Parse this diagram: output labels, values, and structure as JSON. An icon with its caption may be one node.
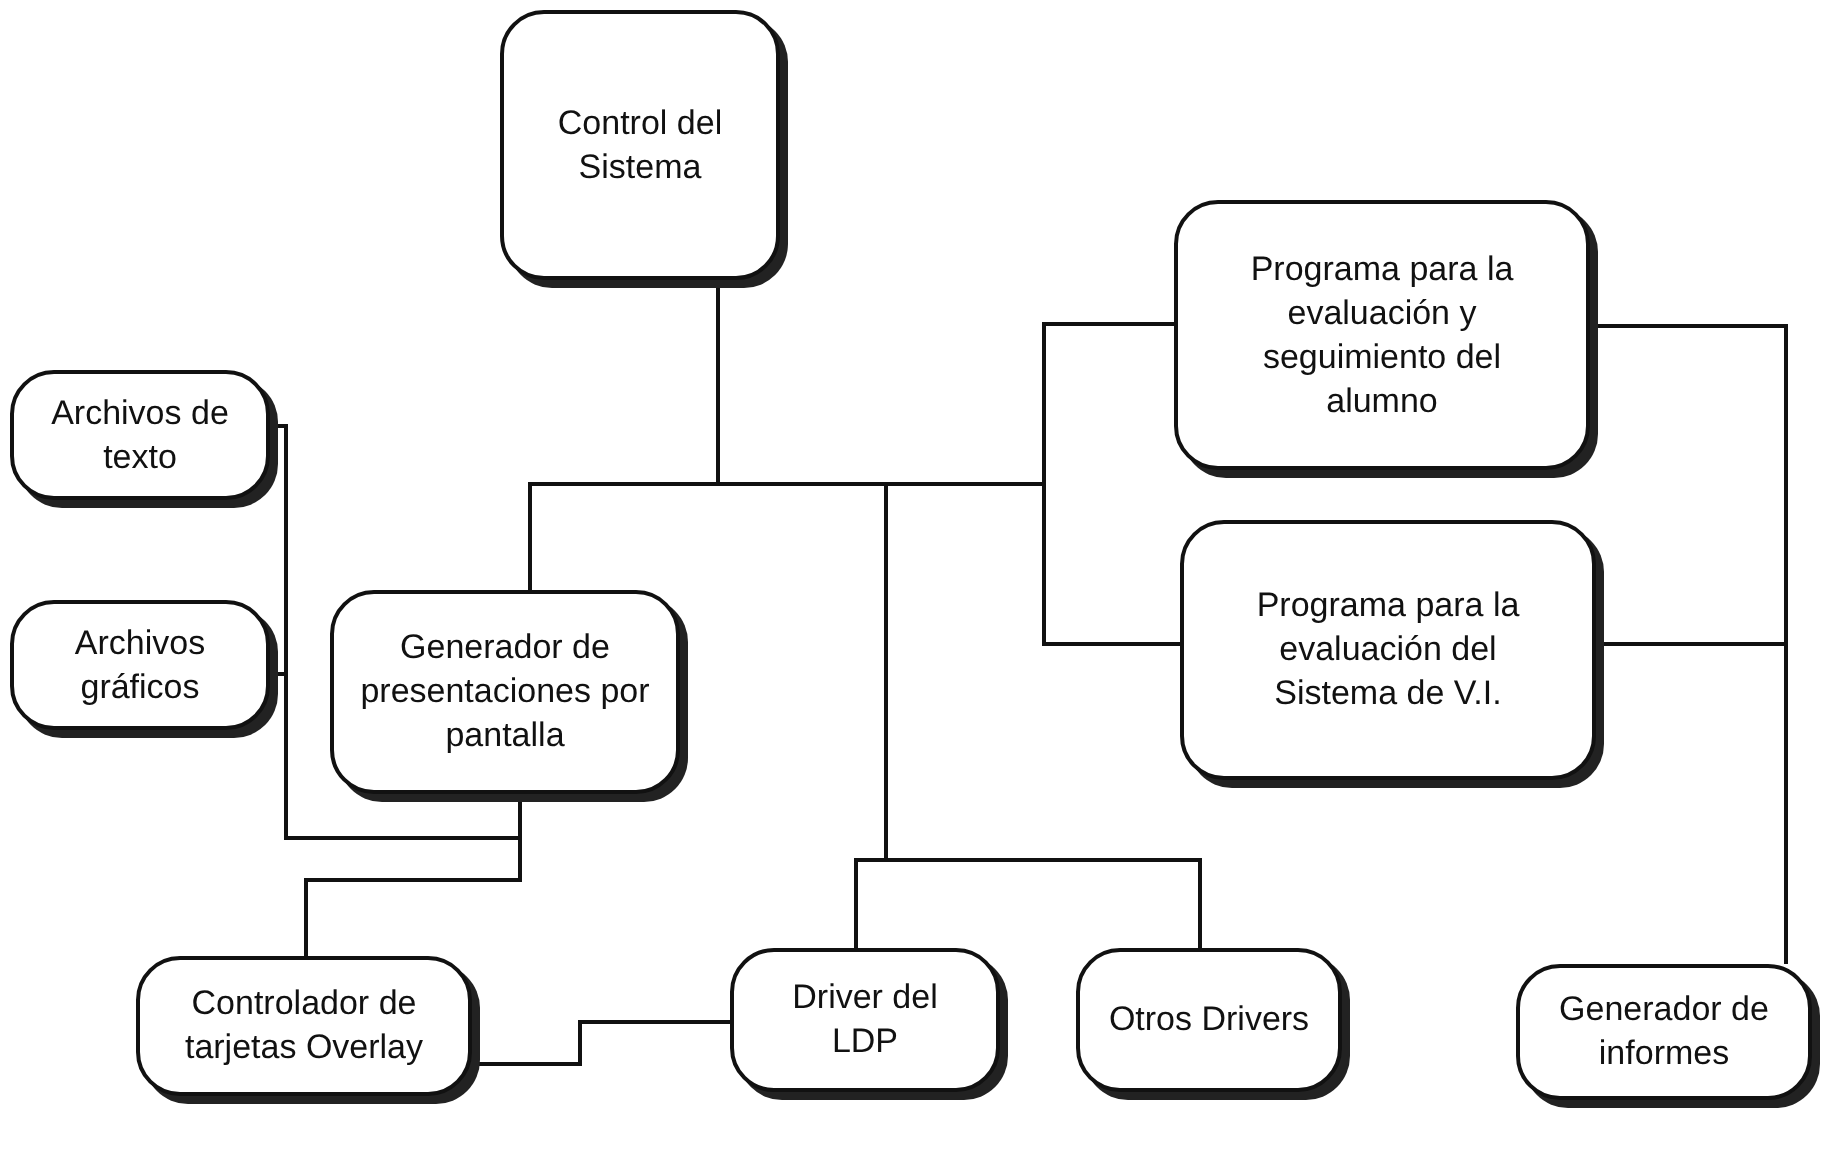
{
  "diagram": {
    "nodes": [
      {
        "text": [
          "Control del Sistema"
        ]
      },
      {
        "text": [
          "Programa para la evaluación y seguimiento del alumno"
        ]
      },
      {
        "text": [
          "Archivos de texto"
        ]
      },
      {
        "text": [
          "Programa para la evaluación del Sistema de V.I."
        ]
      },
      {
        "text": [
          "Archivos gráficos"
        ]
      },
      {
        "text": [
          "Generador de presentaciones por pantalla"
        ]
      },
      {
        "text": [
          "Controlador de tarjetas Overlay"
        ]
      },
      {
        "text": [
          "Driver del LDP"
        ]
      },
      {
        "text": [
          "Otros Drivers"
        ]
      },
      {
        "text": [
          "Generador de informes"
        ]
      }
    ],
    "edges": [
      {
        "from": 0,
        "to": 5,
        "arrow": "none"
      },
      {
        "from": 0,
        "to": 7,
        "arrow": "none"
      },
      {
        "from": 0,
        "to": 8,
        "arrow": "none"
      },
      {
        "from": 0,
        "to": 1,
        "arrow": "none"
      },
      {
        "from": 0,
        "to": 3,
        "arrow": "none"
      },
      {
        "from": 2,
        "to": 6,
        "arrow": "none"
      },
      {
        "from": 4,
        "to": 6,
        "arrow": "none"
      },
      {
        "from": 5,
        "to": 6,
        "arrow": "none"
      },
      {
        "from": 6,
        "to": 7,
        "arrow": "none"
      },
      {
        "from": 1,
        "to": 9,
        "arrow": "none"
      },
      {
        "from": 3,
        "to": 9,
        "arrow": "none"
      }
    ]
  }
}
